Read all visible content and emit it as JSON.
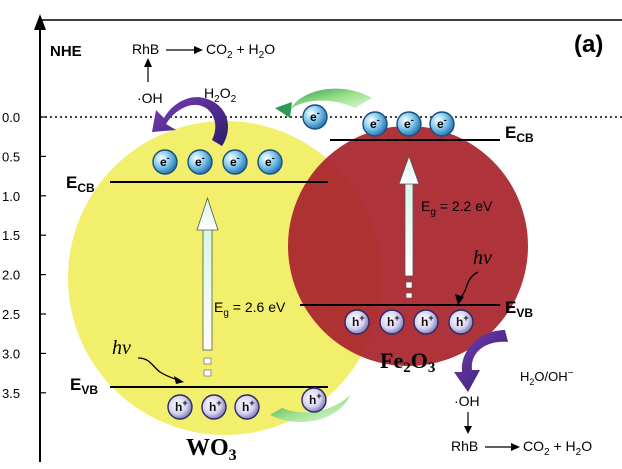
{
  "axis": {
    "label": "NHE",
    "ticks": [
      "0.0",
      "0.5",
      "1.0",
      "1.5",
      "2.0",
      "2.5",
      "3.0",
      "3.5"
    ]
  },
  "panel_label": "(a)",
  "wo3": {
    "name": "WO",
    "name_sub": "3",
    "ecb": {
      "main": "E",
      "sub": "CB"
    },
    "evb": {
      "main": "E",
      "sub": "VB"
    },
    "eg": {
      "main": "E",
      "sub": "g",
      "rest": " = 2.6 eV"
    },
    "hv": "hv",
    "electron": "e",
    "hole": "h",
    "fill": "#f1ef6c"
  },
  "fe2o3": {
    "name_a": "Fe",
    "name_sub_a": "2",
    "name_b": "O",
    "name_sub_b": "3",
    "ecb": {
      "main": "E",
      "sub": "CB"
    },
    "evb": {
      "main": "E",
      "sub": "VB"
    },
    "eg": {
      "main": "E",
      "sub": "g",
      "rest": " = 2.2 eV"
    },
    "hv": "hv",
    "electron": "e",
    "hole": "h",
    "fill": "#a8242c"
  },
  "reaction_top": {
    "rhb": "RhB",
    "co2": "CO",
    "co2_sub": "2",
    "plus_h2o": " + H",
    "h2o_sub": "2",
    "h2o_end": "O",
    "oh": "·OH",
    "h2o2_a": "H",
    "h2o2_sub_a": "2",
    "h2o2_b": "O",
    "h2o2_sub_b": "2"
  },
  "reaction_bottom": {
    "h2o_oh": "H",
    "h2o_oh_sub": "2",
    "h2o_oh_end": "O/OH",
    "minus": "−",
    "oh": "·OH",
    "rhb": "RhB",
    "co2": "CO",
    "co2_sub": "2",
    "plus_h2o": " + H",
    "h2o_sub": "2",
    "h2o_end": "O"
  },
  "colors": {
    "electron_ball": "#5fb3e6",
    "arrow_purple": "#5b2a8c",
    "arrow_green": "#6cc46a"
  }
}
